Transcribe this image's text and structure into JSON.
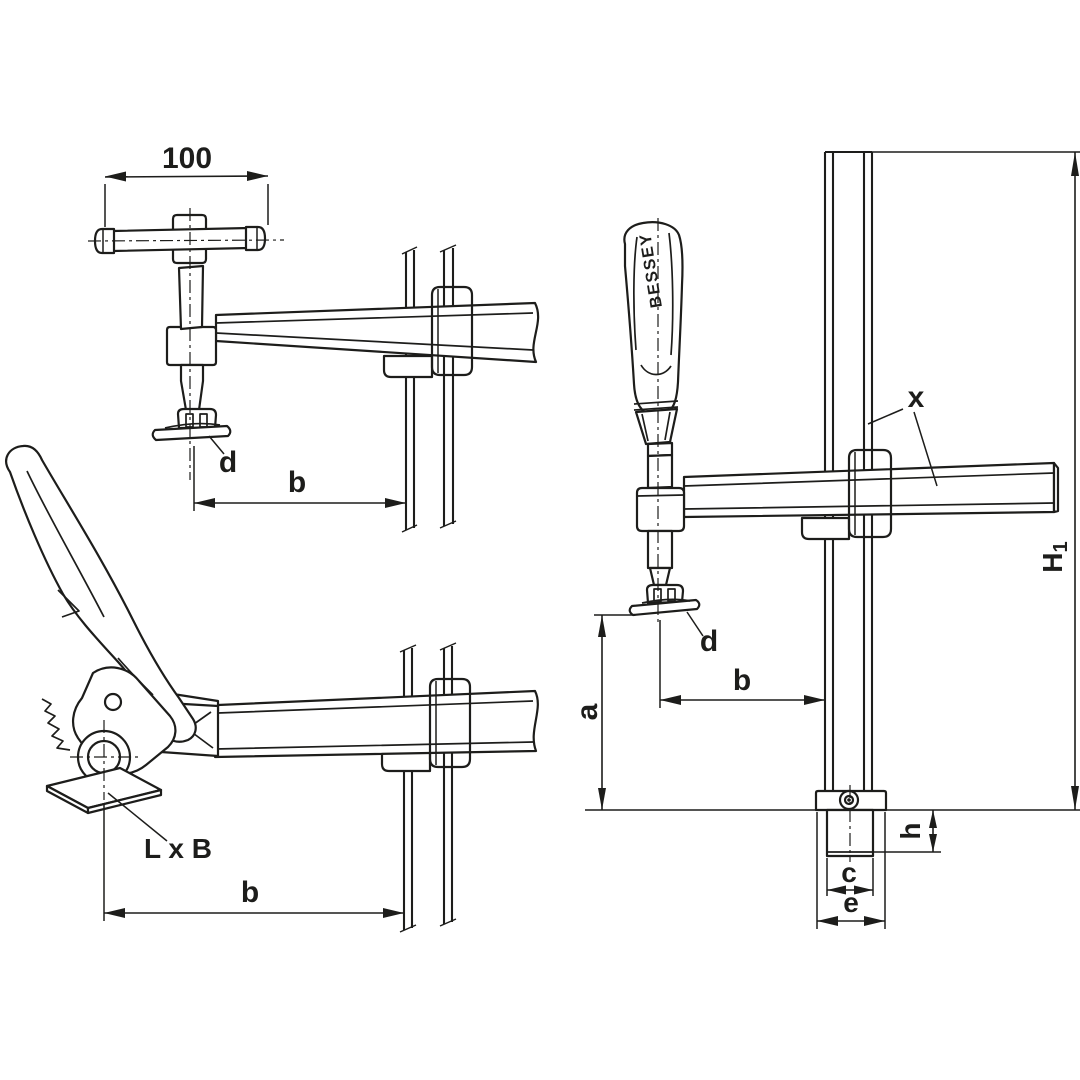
{
  "diagram": {
    "background_color": "#ffffff",
    "line_color": "#1d1d1b",
    "views": {
      "spindle_clamp_top_left": {
        "tommy_bar_width_dim": "100",
        "pressure_pad_label": "d",
        "reach_label": "b"
      },
      "lever_clamp_bottom_left": {
        "base_plate_dim_label": "L x B",
        "reach_label": "b"
      },
      "handle_clamp_right": {
        "brand": "BESSEY",
        "profile_label": "x",
        "overall_height_label": "H",
        "overall_height_subscript": "1",
        "clearance_height_label": "a",
        "reach_label": "b",
        "pressure_pad_label": "d",
        "insert_depth_label": "h",
        "insert_diameter_label": "c",
        "adapter_width_label": "e"
      }
    }
  }
}
